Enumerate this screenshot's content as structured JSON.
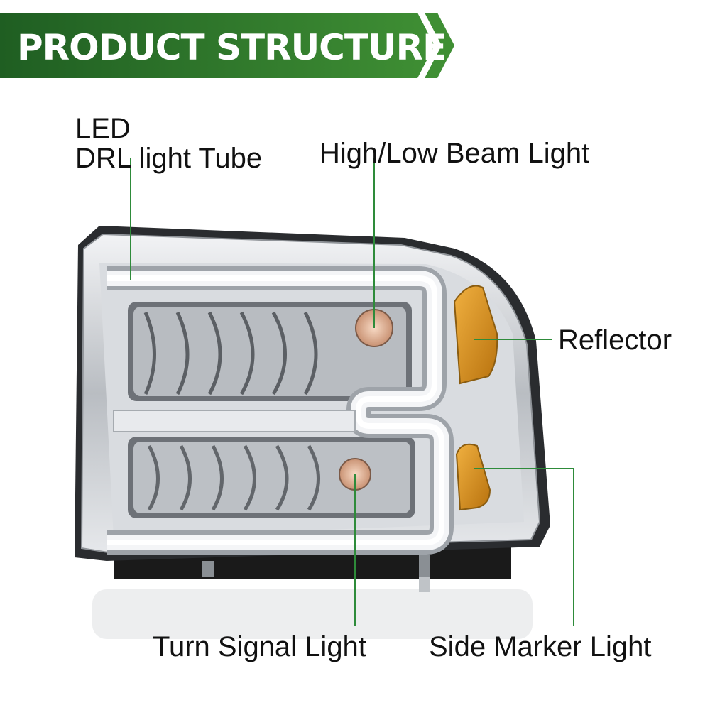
{
  "banner": {
    "title": "PRODUCT STRUCTURE"
  },
  "labels": {
    "drl_line1": "LED",
    "drl_line2": "DRL light Tube",
    "beam": "High/Low Beam Light",
    "reflector": "Reflector",
    "turn_signal": "Turn Signal Light",
    "side_marker": "Side Marker Light"
  },
  "colors": {
    "banner_dark": "#1f5e22",
    "banner_light": "#3f8f34",
    "leader_line": "#2e8b3a",
    "amber": "#d4901c",
    "chrome": "#c9ccd0",
    "drl_glow": "#f4f5f7"
  }
}
